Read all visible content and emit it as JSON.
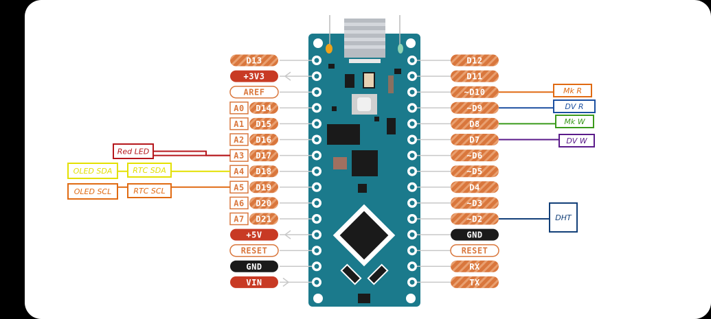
{
  "board": {
    "left_pins": [
      {
        "arduino": "",
        "label": "D13",
        "style": "hatch"
      },
      {
        "arduino": "",
        "label": "+3V3",
        "style": "red"
      },
      {
        "arduino": "",
        "label": "AREF",
        "style": "light"
      },
      {
        "arduino": "A0",
        "label": "D14",
        "style": "hatch"
      },
      {
        "arduino": "A1",
        "label": "D15",
        "style": "hatch"
      },
      {
        "arduino": "A2",
        "label": "D16",
        "style": "hatch"
      },
      {
        "arduino": "A3",
        "label": "D17",
        "style": "hatch"
      },
      {
        "arduino": "A4",
        "label": "D18",
        "style": "hatch"
      },
      {
        "arduino": "A5",
        "label": "D19",
        "style": "hatch"
      },
      {
        "arduino": "A6",
        "label": "D20",
        "style": "hatch"
      },
      {
        "arduino": "A7",
        "label": "D21",
        "style": "hatch"
      },
      {
        "arduino": "",
        "label": "+5V",
        "style": "red"
      },
      {
        "arduino": "",
        "label": "RESET",
        "style": "outline"
      },
      {
        "arduino": "",
        "label": "GND",
        "style": "black"
      },
      {
        "arduino": "",
        "label": "VIN",
        "style": "red"
      }
    ],
    "right_pins": [
      {
        "label": "D12",
        "style": "hatch"
      },
      {
        "label": "D11",
        "style": "hatch"
      },
      {
        "label": "~D10",
        "style": "hatch"
      },
      {
        "label": "~D9",
        "style": "hatch"
      },
      {
        "label": "D8",
        "style": "hatch"
      },
      {
        "label": "D7",
        "style": "hatch"
      },
      {
        "label": "~D6",
        "style": "hatch"
      },
      {
        "label": "~D5",
        "style": "hatch"
      },
      {
        "label": "D4",
        "style": "hatch"
      },
      {
        "label": "~D3",
        "style": "hatch"
      },
      {
        "label": "~D2",
        "style": "hatch"
      },
      {
        "label": "GND",
        "style": "black"
      },
      {
        "label": "RESET",
        "style": "outline"
      },
      {
        "label": "RX",
        "style": "hatch"
      },
      {
        "label": "TX",
        "style": "hatch"
      }
    ]
  },
  "annotations": {
    "left": [
      {
        "pin": 6,
        "labels": [
          "Red LED"
        ],
        "color": "#b5161b"
      },
      {
        "pin": 7,
        "labels": [
          "OLED SDA",
          "RTC SDA"
        ],
        "color": "#e3e000"
      },
      {
        "pin": 8,
        "labels": [
          "OLED SCL",
          "RTC SCL"
        ],
        "color": "#e06a12"
      }
    ],
    "right": [
      {
        "pin": 2,
        "labels": [
          "Mk R"
        ],
        "color": "#e06a12"
      },
      {
        "pin": 3,
        "labels": [
          "DV R"
        ],
        "color": "#1b4fa0"
      },
      {
        "pin": 4,
        "labels": [
          "Mk W"
        ],
        "color": "#3a9a1a"
      },
      {
        "pin": 5,
        "labels": [
          "DV W"
        ],
        "color": "#5a1a8a"
      },
      {
        "pin": 10,
        "labels": [
          "DHT"
        ],
        "color": "#123f78"
      }
    ]
  },
  "colors": {
    "board": "#1b7a8c",
    "pin_orange": "#d9773d",
    "pin_red": "#c83a24",
    "pin_black": "#1a1a1a",
    "pin_light": "#f0c9a8"
  }
}
